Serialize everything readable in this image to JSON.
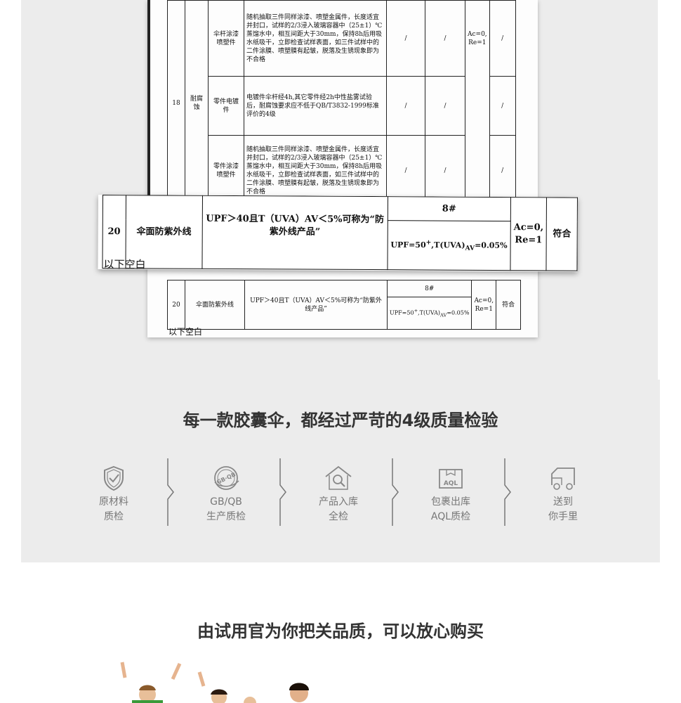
{
  "document": {
    "row18": {
      "number": "18",
      "category": "耐腐蚀",
      "items": [
        {
          "name": "伞杆涂漆喷塑件",
          "requirement": "随机抽取三件同样涂漆、喷塑金属件，长度适宜并封口，试样的2/3浸入玻璃容器中（25±1）℃蒸馏水中，相互间距大于30mm，保持8h后用吸水纸吸干，立即检查试样表面，如三件试样中的二件涂膜、喷塑膜有起皱，脱落及生锈现象即为不合格",
          "c1": "/",
          "c2": "/",
          "c3": "/"
        },
        {
          "name": "零件电镀件",
          "requirement": "电镀件伞杆经4h,其它零件经2h中性盐雾试验后，耐腐蚀要求应不低于QB/T3832-1999标准评价的4级",
          "c1": "/",
          "c2": "/",
          "c3": "/"
        },
        {
          "name": "零件涂漆喷塑件",
          "requirement": "随机抽取三件同样涂漆、喷塑金属件，长度适宜并封口，试样的2/3浸入玻璃容器中（25±1）℃蒸馏水中，相互间距大于30mm，保持8h后用吸水纸吸干，立即检查试样表面，如三件试样中的二件涂膜、喷塑膜有起皱，脱落及生锈现象即为不合格",
          "c1": "/",
          "c2": "/",
          "c3": "/"
        }
      ],
      "judgement": "Ac=0,\nRe=1"
    },
    "row20": {
      "number": "20",
      "name": "伞面防紫外线",
      "requirement": "UPF＞40且T（UVA）AV＜5%可称为“防紫外线产品”",
      "sample": "8#",
      "result_main": "UPF=50",
      "result_sup": "+",
      "result_mid": ",T(UVA)",
      "result_sub": "AV",
      "result_end": "=0.05%",
      "judgement": "Ac=0,\nRe=1",
      "conclusion": "符合"
    },
    "blank_note": "以下空白"
  },
  "section1": {
    "title": "每一款胶囊伞，都经过严苛的4级质量检验",
    "steps": [
      {
        "icon": "shield-check-icon",
        "line1": "原材料",
        "line2": "质检"
      },
      {
        "icon": "gb-qb-stamp-icon",
        "line1": "GB/QB",
        "line2": "生产质检"
      },
      {
        "icon": "house-magnifier-icon",
        "line1": "产品入库",
        "line2": "全检"
      },
      {
        "icon": "aql-box-icon",
        "line1": "包裹出库",
        "line2": "AQL质检"
      },
      {
        "icon": "delivery-truck-icon",
        "line1": "送到",
        "line2": "你手里"
      }
    ],
    "badge_text": "GB·QB",
    "box_text": "AQL"
  },
  "section2": {
    "title": "由试用官为你把关品质，可以放心购买"
  },
  "colors": {
    "gray_panel": "#ececec",
    "icon_gray": "#888888",
    "title": "#333333"
  }
}
